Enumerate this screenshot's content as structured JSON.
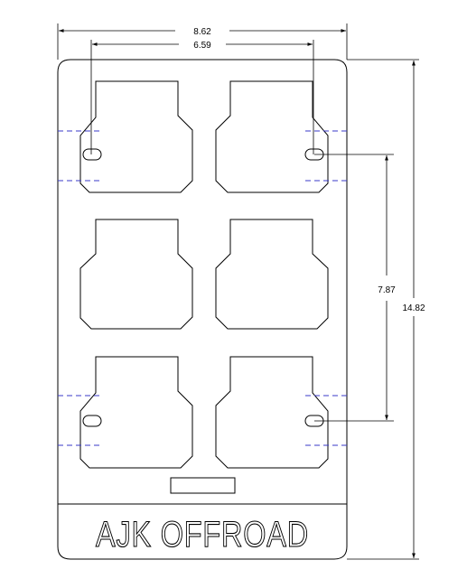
{
  "drawing": {
    "dimensions": {
      "overall_width": "8.62",
      "hole_spacing_width": "6.59",
      "hole_spacing_height": "7.87",
      "overall_height": "14.82"
    },
    "logo_text": "AJK OFFROAD"
  }
}
